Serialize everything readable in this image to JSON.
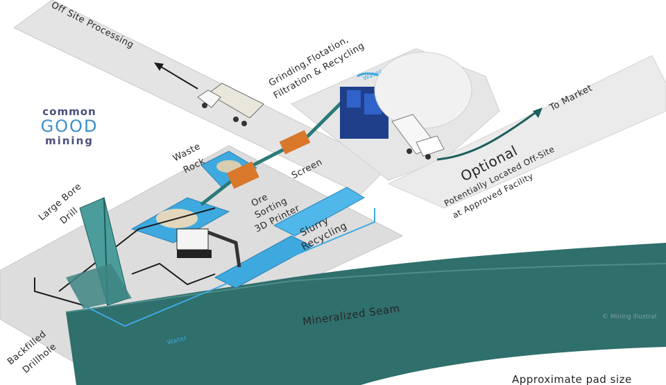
{
  "logo": {
    "line1": "common",
    "line2": "GOOD",
    "line3": "mining"
  },
  "labels": {
    "off_site_processing": "Off Site Processing",
    "grinding_line1": "Grinding,Flotation,",
    "grinding_line2": "Filtration & Recycling",
    "water_top": "Water",
    "to_market": "To Market",
    "optional": "Optional",
    "potential_line1": "Potentially Located Off-Site",
    "potential_line2": "at Approved Facility",
    "waste_rock_line1": "Waste",
    "waste_rock_line2": "Rock",
    "screen": "Screen",
    "ore_sorting_line1": "Ore",
    "ore_sorting_line2": "Sorting",
    "ore_sorting_line3": "3D Printer",
    "slurry_line1": "Slurry",
    "slurry_line2": "Recycling",
    "large_bore_line1": "Large Bore",
    "large_bore_line2": "Drill",
    "mineralized_seam": "Mineralized Seam",
    "water_bottom": "Water",
    "backfilled_line1": "Backfilled",
    "backfilled_line2": "Drillhole",
    "copyright": "© Mining Illustrat",
    "pad_size": "Approximate pad size"
  },
  "colors": {
    "pad": "#dedede",
    "road": "#e9e9e9",
    "seam": "#2f6f6c",
    "pond": "#3ea9df",
    "equipment": "#d9782b",
    "arrow_teal": "#2a7a78",
    "dark_line": "#1b1b1b",
    "plant": "#1f3f8a"
  },
  "icons": [
    "truck-icon",
    "delivery-truck-icon",
    "drill-rig-icon",
    "excavator-icon",
    "dome-icon",
    "processing-plant-icon"
  ]
}
